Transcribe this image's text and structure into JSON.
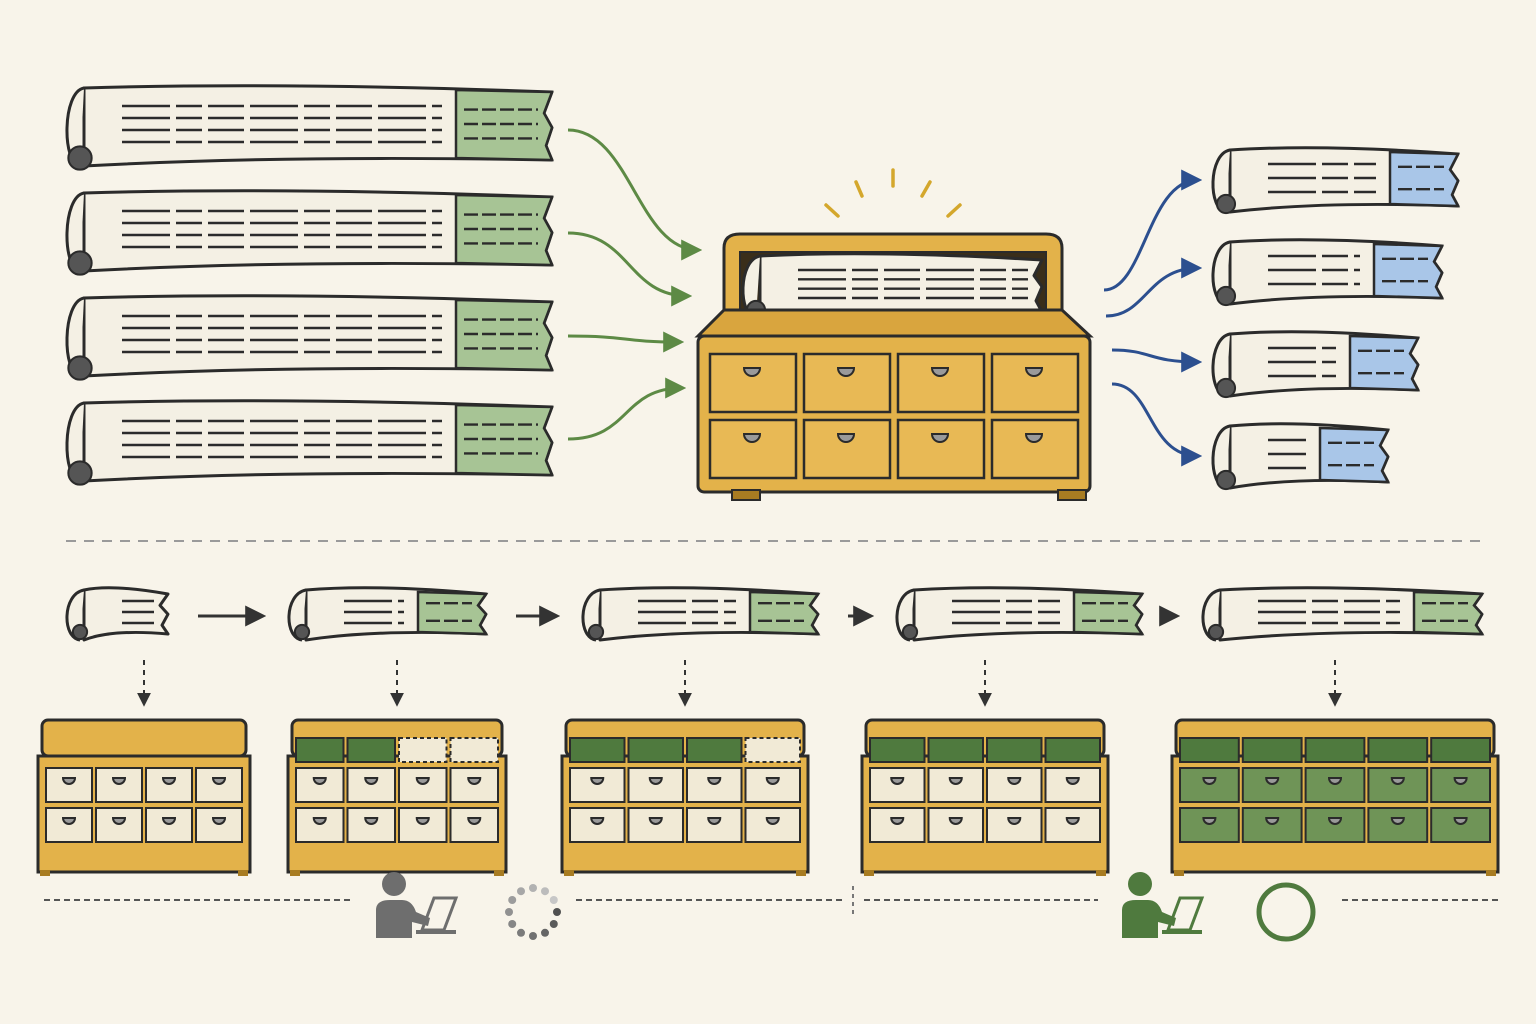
{
  "colors": {
    "background": "#f8f4ea",
    "paper": "#f4f0e4",
    "ink": "#2b2b2b",
    "cabinet": "#e3b24a",
    "cabinet_dark": "#a87c22",
    "drawer_empty": "#f1ead6",
    "green_tag": "#a7c495",
    "green_dark": "#4f7a3e",
    "green_fill": "#6f9457",
    "blue_tag": "#a9c6e8",
    "blue_arrow": "#2c4f8f",
    "green_arrow": "#5d8a45",
    "gray": "#6e6e6e",
    "spark": "#d4a72c"
  },
  "top": {
    "input_scroll_count": 4,
    "output_scroll_count": 4,
    "cabinet_drawers": {
      "rows": 2,
      "cols": 4
    }
  },
  "pipeline": {
    "stages": [
      {
        "tag": false,
        "filled_top_slots": 0,
        "top_slots": 0,
        "cols": 4,
        "filled_rows": 0
      },
      {
        "tag": true,
        "filled_top_slots": 2,
        "top_slots": 4,
        "cols": 4,
        "filled_rows": 0
      },
      {
        "tag": true,
        "filled_top_slots": 3,
        "top_slots": 4,
        "cols": 4,
        "filled_rows": 0
      },
      {
        "tag": true,
        "filled_top_slots": 4,
        "top_slots": 4,
        "cols": 4,
        "filled_rows": 0
      },
      {
        "tag": true,
        "filled_top_slots": 5,
        "top_slots": 5,
        "cols": 5,
        "filled_rows": 2
      }
    ]
  },
  "status": {
    "left": {
      "icon": "person-at-laptop-icon",
      "state": "loading-spinner-icon",
      "color": "#6e6e6e"
    },
    "right": {
      "icon": "person-at-laptop-icon",
      "state": "complete-ring-icon",
      "color": "#4f7a3e"
    }
  }
}
